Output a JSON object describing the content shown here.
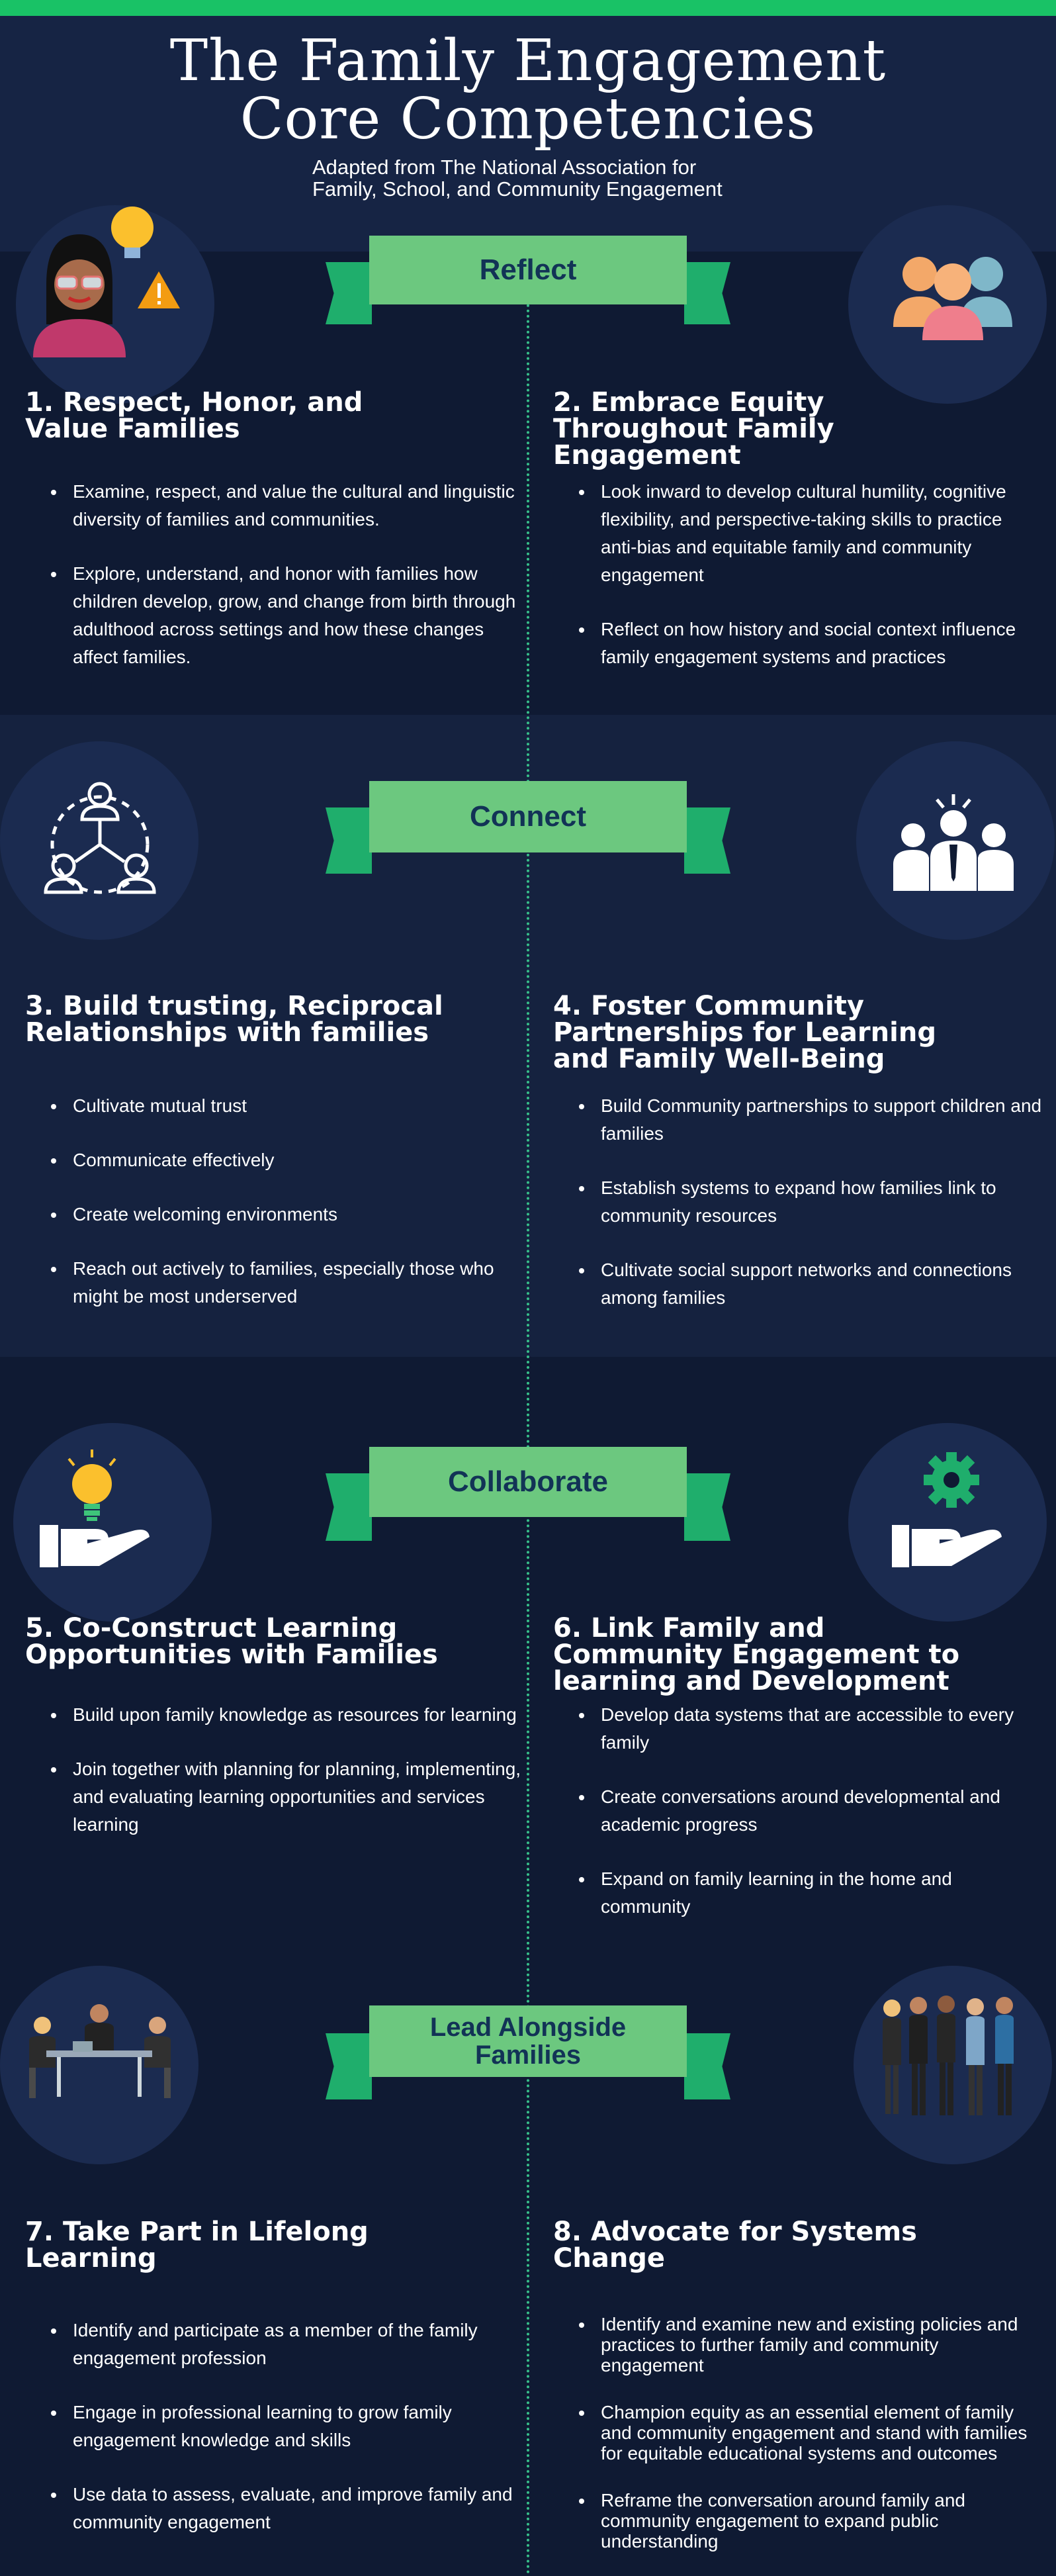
{
  "header": {
    "title_line1": "The Family Engagement",
    "title_line2": "Core Competencies",
    "subtitle": "Adapted from The National Association for Family, School, and Community Engagement"
  },
  "colors": {
    "background": "#0f1a33",
    "band_alt": "#15223f",
    "top_bar": "#19c266",
    "ribbon_face": "#6cc87f",
    "ribbon_fold": "#1fae6c",
    "ribbon_text": "#123356",
    "divider": "#37c08a"
  },
  "sections": [
    {
      "label": "Reflect",
      "left_icon": "woman-lightbulb-warning-icon",
      "right_icon": "group-of-people-icon",
      "left": {
        "title": "1. Respect, Honor, and Value Families",
        "items": [
          "Examine, respect, and value the cultural and linguistic diversity of families and communities.",
          "Explore, understand, and honor with families how children develop, grow, and change from birth through adulthood across settings and how these changes affect families."
        ]
      },
      "right": {
        "title": "2. Embrace Equity Throughout Family Engagement",
        "items": [
          "Look inward to develop cultural humility, cognitive flexibility, and perspective-taking skills to practice anti-bias and equitable family and community engagement",
          "Reflect on how history and social context influence family engagement systems and practices"
        ]
      }
    },
    {
      "label": "Connect",
      "left_icon": "network-people-icon",
      "right_icon": "team-leader-icon",
      "left": {
        "title": "3. Build trusting, Reciprocal Relationships with families",
        "items": [
          "Cultivate mutual trust",
          "Communicate effectively",
          "Create welcoming environments",
          "Reach out actively to families, especially those who might be most underserved"
        ]
      },
      "right": {
        "title": "4. Foster Community Partnerships for Learning and Family Well-Being",
        "items": [
          "Build Community partnerships to support children and families",
          "Establish systems to expand how families link to community resources",
          "Cultivate social support networks and connections among families"
        ]
      }
    },
    {
      "label": "Collaborate",
      "left_icon": "hand-lightbulb-icon",
      "right_icon": "hand-gear-icon",
      "left": {
        "title": "5. Co-Construct Learning Opportunities with Families",
        "items": [
          "Build upon family knowledge as resources for learning",
          "Join together with planning for planning, implementing, and evaluating learning opportunities and services learning"
        ]
      },
      "right": {
        "title": "6. Link Family and Community Engagement to learning and Development",
        "items": [
          "Develop data systems that are accessible to every family",
          "Create conversations around developmental and academic progress",
          "Expand on family learning in the home and community"
        ]
      }
    },
    {
      "label": "Lead Alongside Families",
      "left_icon": "meeting-table-icon",
      "right_icon": "business-people-icon",
      "left": {
        "title": "7. Take Part in Lifelong Learning",
        "items": [
          "Identify and participate  as a member of the family engagement profession",
          "Engage in professional learning to grow family engagement knowledge and skills",
          "Use data to assess, evaluate, and improve family and community engagement"
        ]
      },
      "right": {
        "title": "8. Advocate for Systems Change",
        "items": [
          "Identify and examine new and existing policies and practices to further family and community engagement",
          "Champion equity as an essential element of family and community engagement and stand with families for equitable educational systems and outcomes",
          "Reframe the conversation around family and community engagement to expand public understanding"
        ]
      }
    }
  ]
}
